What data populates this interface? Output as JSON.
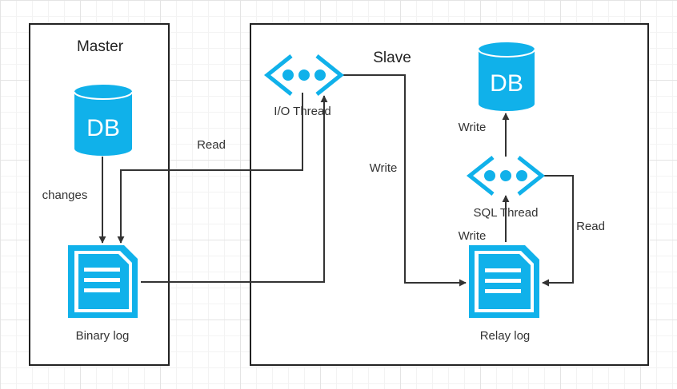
{
  "colors": {
    "accent": "#10b1ea",
    "line": "#333333",
    "box": "#222222"
  },
  "master": {
    "title": "Master",
    "db_label": "DB",
    "edge_changes": "changes",
    "binary_log": "Binary log"
  },
  "slave": {
    "title": "Slave",
    "io_thread": "I/O Thread",
    "sql_thread": "SQL Thread",
    "db_label": "DB",
    "relay_log": "Relay log"
  },
  "edges": {
    "read_io": "Read",
    "write_relay": "Write",
    "read_sql": "Read",
    "write_sql_in": "Write",
    "write_db": "Write"
  },
  "icons": {
    "master_db": "database-icon",
    "slave_db": "database-icon",
    "binary_log": "document-icon",
    "relay_log": "document-icon",
    "io_thread": "thread-code-icon",
    "sql_thread": "thread-code-icon"
  }
}
